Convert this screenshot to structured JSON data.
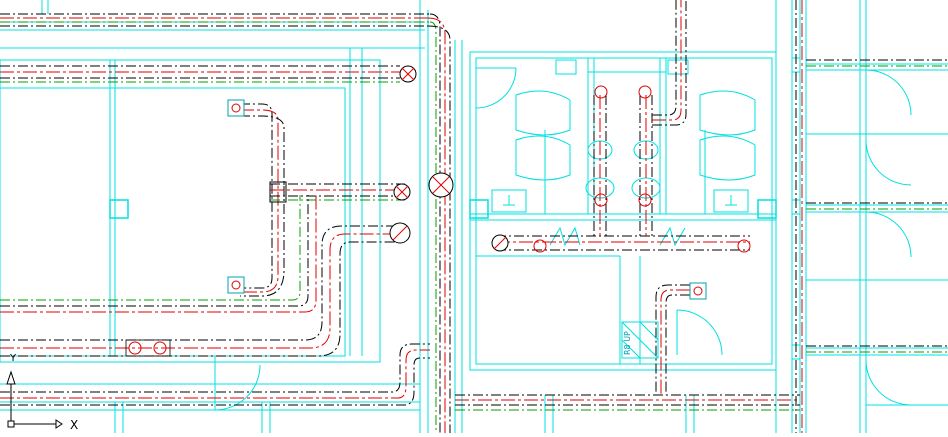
{
  "drawing": {
    "background": "#ffffff",
    "colors": {
      "wall": "#00e0e0",
      "duct": "#000000",
      "duct_center": "#e00000",
      "duct_hidden": "#00a000",
      "fitting": "#e00000",
      "ucs": "#000000"
    }
  },
  "ucs": {
    "x_label": "X",
    "y_label": "Y"
  },
  "stair_label": "R8 UP"
}
